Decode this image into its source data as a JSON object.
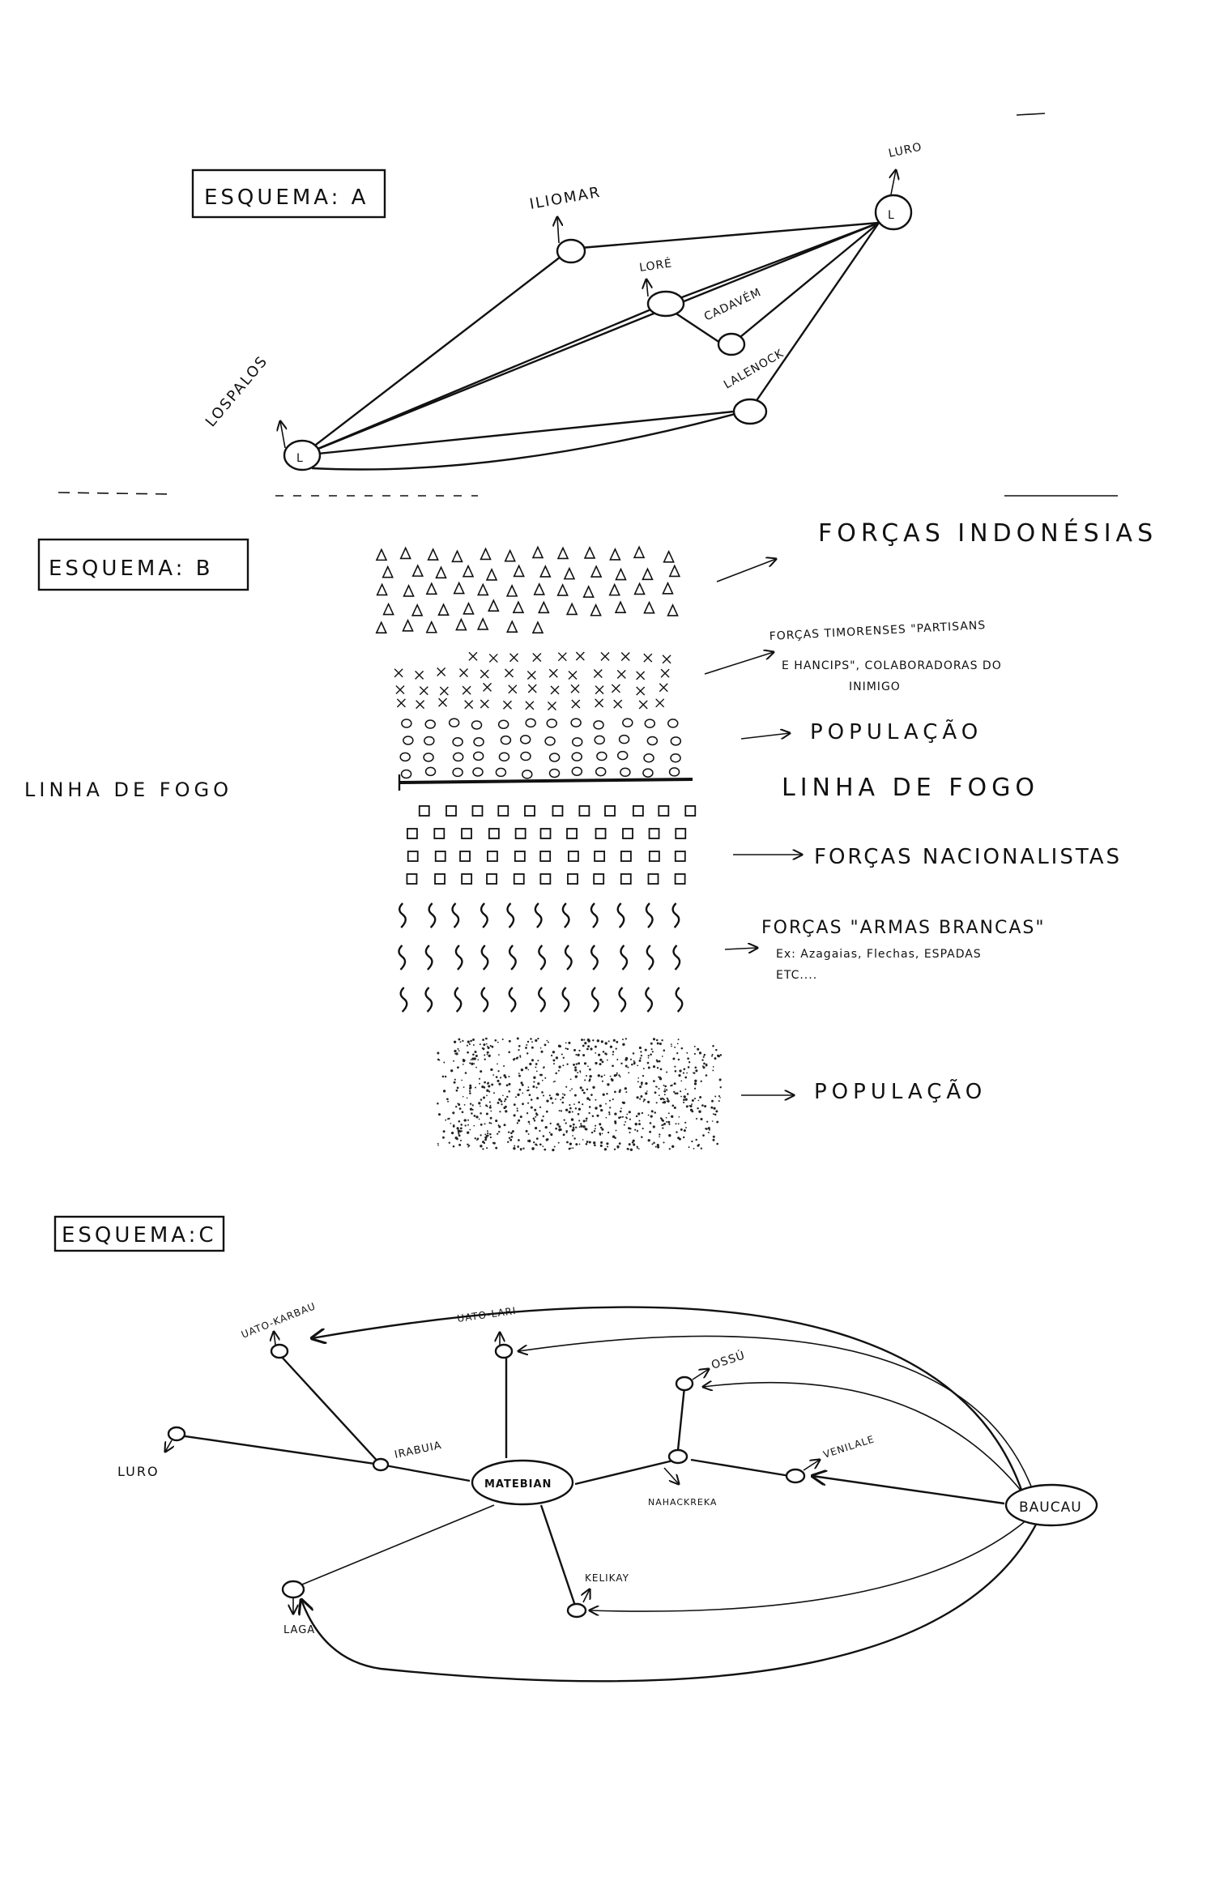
{
  "schema_a": {
    "title": "ESQUEMA: A",
    "labels": {
      "iliomar": "ILIOMAR",
      "luro": "LURO",
      "lore": "LORÉ",
      "cadavem": "CADAVÉM",
      "lalenock": "LALENOCK",
      "lospalos": "LOSPALOS",
      "l_mark_luro": "L",
      "l_mark_lospalos": "L"
    }
  },
  "schema_b": {
    "title": "ESQUEMA: B",
    "left_label": "LINHA DE FOGO",
    "labels": {
      "indonesias": "FORÇAS INDONÉSIAS",
      "timorenses_1": "FORÇAS TIMORENSES \"PARTISANS",
      "timorenses_2": "E HANCIPS\", COLABORADORAS DO",
      "timorenses_3": "INIMIGO",
      "populacao_1": "POPULAÇÃO",
      "linha_de_fogo": "LINHA DE FOGO",
      "nacionalistas": "FORÇAS NACIONALISTAS",
      "armas_brancas_1": "FORÇAS \"ARMAS BRANCAS\"",
      "armas_brancas_2": "Ex: Azagaias, Flechas, ESPADAS",
      "armas_brancas_3": "ETC....",
      "populacao_2": "POPULAÇÃO"
    }
  },
  "schema_c": {
    "title": "ESQUEMA:C",
    "labels": {
      "uato_karbau": "UATO-KARBAU",
      "uato_lari": "UATO-LARI",
      "ossu": "OSSÚ",
      "luro": "LURO",
      "irabuia": "IRABUIA",
      "matebian": "MATEBIAN",
      "nahareka": "NAHACKREKA",
      "venilale": "VENILALE",
      "baucau": "BAUCAU",
      "kelikay": "KELIKAY",
      "laga": "LAGA"
    }
  }
}
